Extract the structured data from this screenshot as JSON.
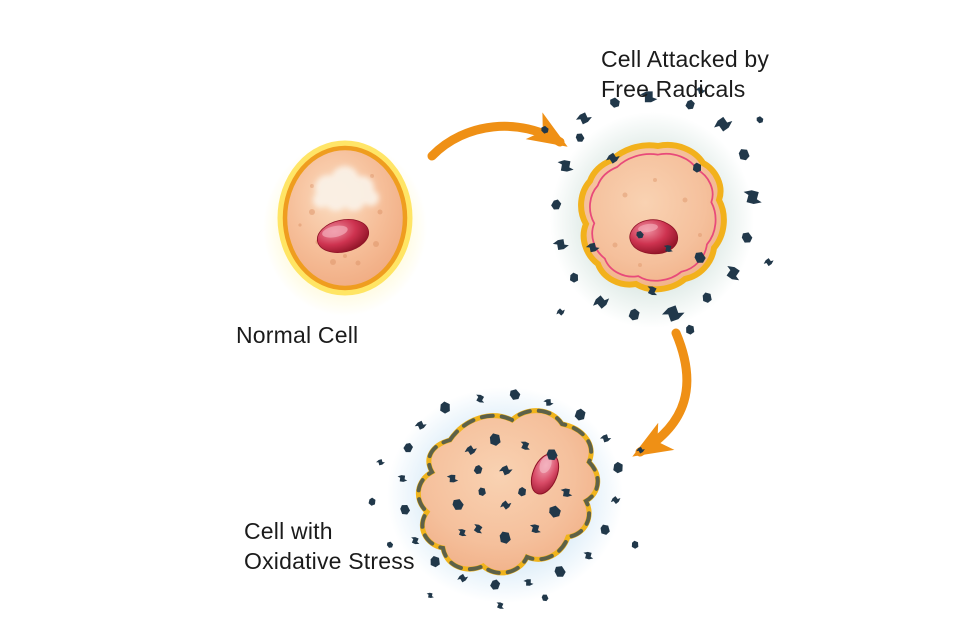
{
  "figure": {
    "type": "biology-diagram",
    "topic": "Oxidative stress on a cell",
    "labels": {
      "normal": {
        "line1": "Normal Cell"
      },
      "attacked": {
        "line1": "Cell Attacked by",
        "line2": "Free Radicals"
      },
      "stressed": {
        "line1": "Cell with",
        "line2": "Oxidative Stress"
      }
    },
    "stages_order": [
      "normal",
      "attacked",
      "stressed"
    ],
    "colors": {
      "arrow": "#ef9015",
      "cell_membrane": "#f2a21c",
      "cell_body": "#f6c3a2",
      "inner_membrane_line": "#e84a7a",
      "nucleus": "#c62b45",
      "free_radical_particle": "#21384a",
      "glow_normal": "#fff3a0",
      "glow_attacked": "#c2d8d0",
      "glow_stressed": "#bcdcf2",
      "text": "#1b1b1b",
      "background": "#ffffff"
    }
  }
}
